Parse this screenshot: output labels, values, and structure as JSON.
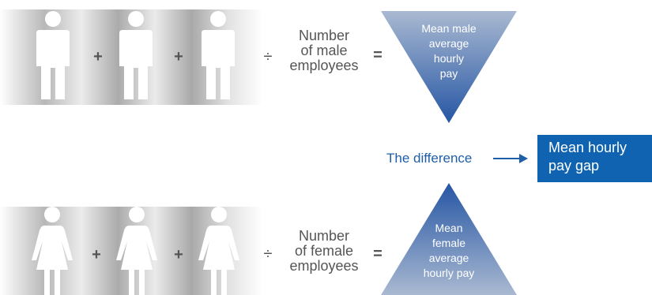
{
  "male_row": {
    "plus_1": "+",
    "plus_2": "+",
    "divide": "÷",
    "count_label": [
      "Number",
      "of male",
      "employees"
    ],
    "equals": "=",
    "result_label": [
      "Mean male",
      "average",
      "hourly",
      "pay"
    ]
  },
  "female_row": {
    "plus_1": "+",
    "plus_2": "+",
    "divide": "÷",
    "count_label": [
      "Number",
      "of female",
      "employees"
    ],
    "equals": "=",
    "result_label": [
      "Mean",
      "female",
      "average",
      "hourly pay"
    ]
  },
  "comparison": {
    "difference_label": "The difference",
    "result_label": [
      "Mean hourly",
      "pay gap"
    ]
  },
  "colors": {
    "accent_blue": "#0f63b0",
    "text_blue": "#1f5fa8",
    "triangle_top": "#2b5aa8",
    "triangle_bottom": "#a8b8d0"
  },
  "icons": [
    "male-person-icon",
    "female-person-icon",
    "arrow-right-icon"
  ]
}
